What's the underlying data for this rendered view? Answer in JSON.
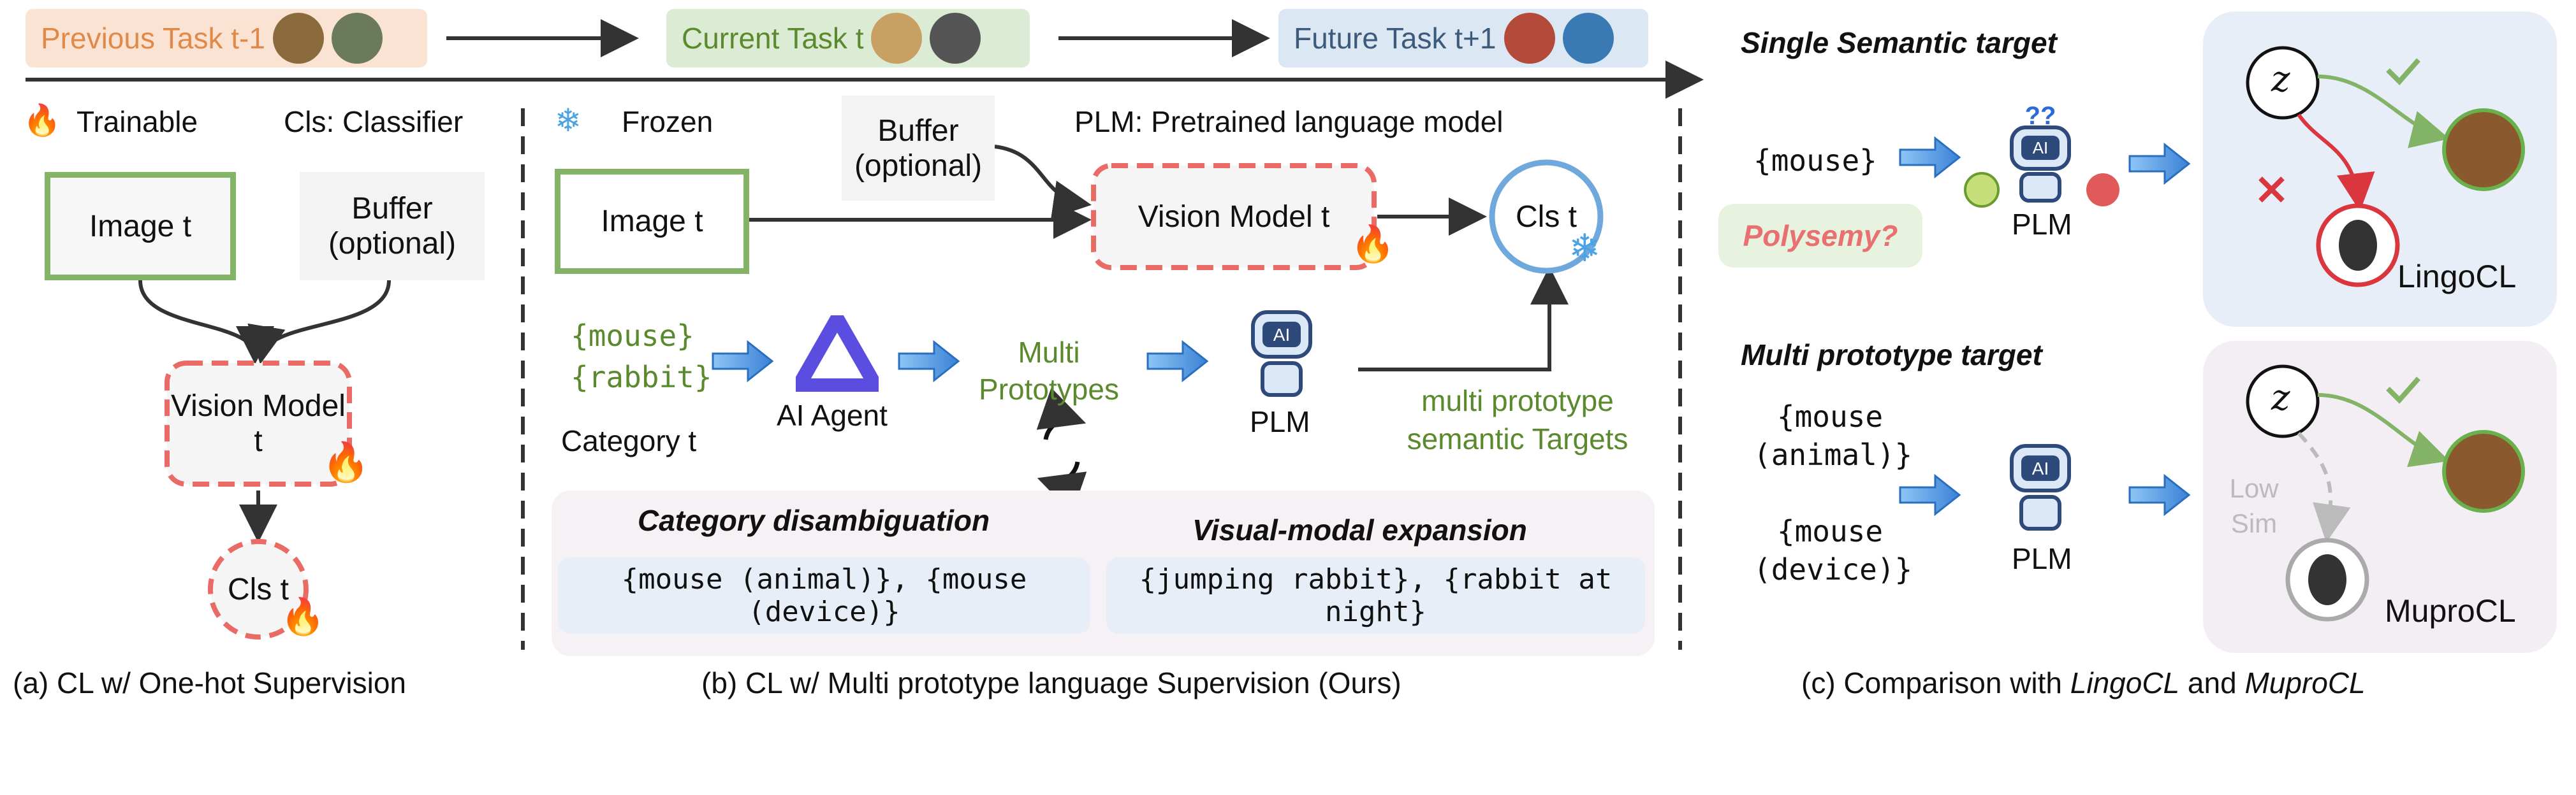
{
  "header": {
    "prev_task": "Previous Task t-1",
    "current_task": "Current Task t",
    "future_task": "Future Task t+1"
  },
  "legend": {
    "trainable": "Trainable",
    "cls": "Cls: Classifier",
    "frozen": "Frozen",
    "plm": "PLM: Pretrained language model"
  },
  "panel_a": {
    "image": "Image t",
    "buffer": "Buffer (optional)",
    "vision": "Vision Model t",
    "cls": "Cls t",
    "caption": "(a) CL w/ One-hot Supervision"
  },
  "panel_b": {
    "buffer": "Buffer (optional)",
    "image": "Image t",
    "vision": "Vision Model t",
    "cls": "Cls t",
    "mouse": "{mouse}",
    "rabbit": "{rabbit}",
    "category": "Category t",
    "agent": "AI Agent",
    "multi": "Multi Prototypes",
    "plm": "PLM",
    "targets": "multi prototype semantic Targets",
    "disamb_title": "Category disambiguation",
    "disamb_text": "{mouse (animal)}, {mouse (device)}",
    "expand_title": "Visual-modal expansion",
    "expand_text": "{jumping rabbit}, {rabbit at night}",
    "caption": "(b) CL w/ Multi prototype language Supervision (Ours)"
  },
  "panel_c": {
    "single_title": "Single Semantic target",
    "mouse": "{mouse}",
    "polysemy": "Polysemy?",
    "plm": "PLM",
    "z": "z",
    "lingocl": "LingoCL",
    "multi_title": "Multi prototype target",
    "mouse_animal": "{mouse (animal)}",
    "mouse_device": "{mouse (device)}",
    "plm2": "PLM",
    "low_sim": "Low Sim",
    "muprocl": "MuproCL",
    "caption_prefix": "(c) Comparison with ",
    "caption_lingo": "LingoCL",
    "caption_and": " and ",
    "caption_mupro": "MuproCL"
  },
  "colors": {
    "green": "#82b366",
    "red_dash": "#ea6b66",
    "blue_arrow": "#4a90e2",
    "blue_circle": "#6fa8dc",
    "lingocl_bg": "#e8eef8",
    "muprocl_bg": "#f3eef4"
  }
}
